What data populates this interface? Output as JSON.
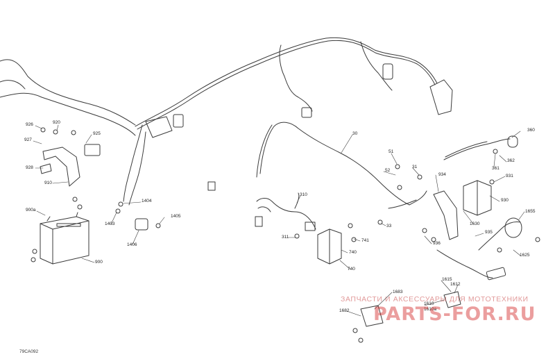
{
  "diagram": {
    "code": "79CA092",
    "callouts": {
      "c926": "926",
      "c920": "920",
      "c927": "927",
      "c925": "925",
      "c928": "928",
      "c910": "910",
      "c900a": "900a",
      "c900": "900",
      "c1404": "1404",
      "c1403": "1403",
      "c1405": "1405",
      "c1406": "1406",
      "c30": "30",
      "c360": "360",
      "c51": "51",
      "c52": "52",
      "c31": "31",
      "c934": "934",
      "c931": "931",
      "c362": "362",
      "c361": "361",
      "c310": "310",
      "c930": "930",
      "c1655": "1655",
      "c33": "33",
      "c1630": "1630",
      "c935": "935",
      "c311": "311",
      "c741": "741",
      "c936": "936",
      "c740a": "740",
      "c740b": "740",
      "c1625": "1625",
      "c1615": "1615",
      "c1612": "1612",
      "c1683": "1683",
      "c1610": "1610",
      "c1610a": "1610a",
      "c1682": "1682"
    },
    "colors": {
      "line": "#3a3a3a",
      "watermark": "#d23a3a"
    }
  },
  "watermark": {
    "line1": "ЗАПЧАСТИ И АКСЕССУАРЫ ДЛЯ МОТОТЕХНИКИ",
    "line2": "PARTS-FOR.RU"
  }
}
